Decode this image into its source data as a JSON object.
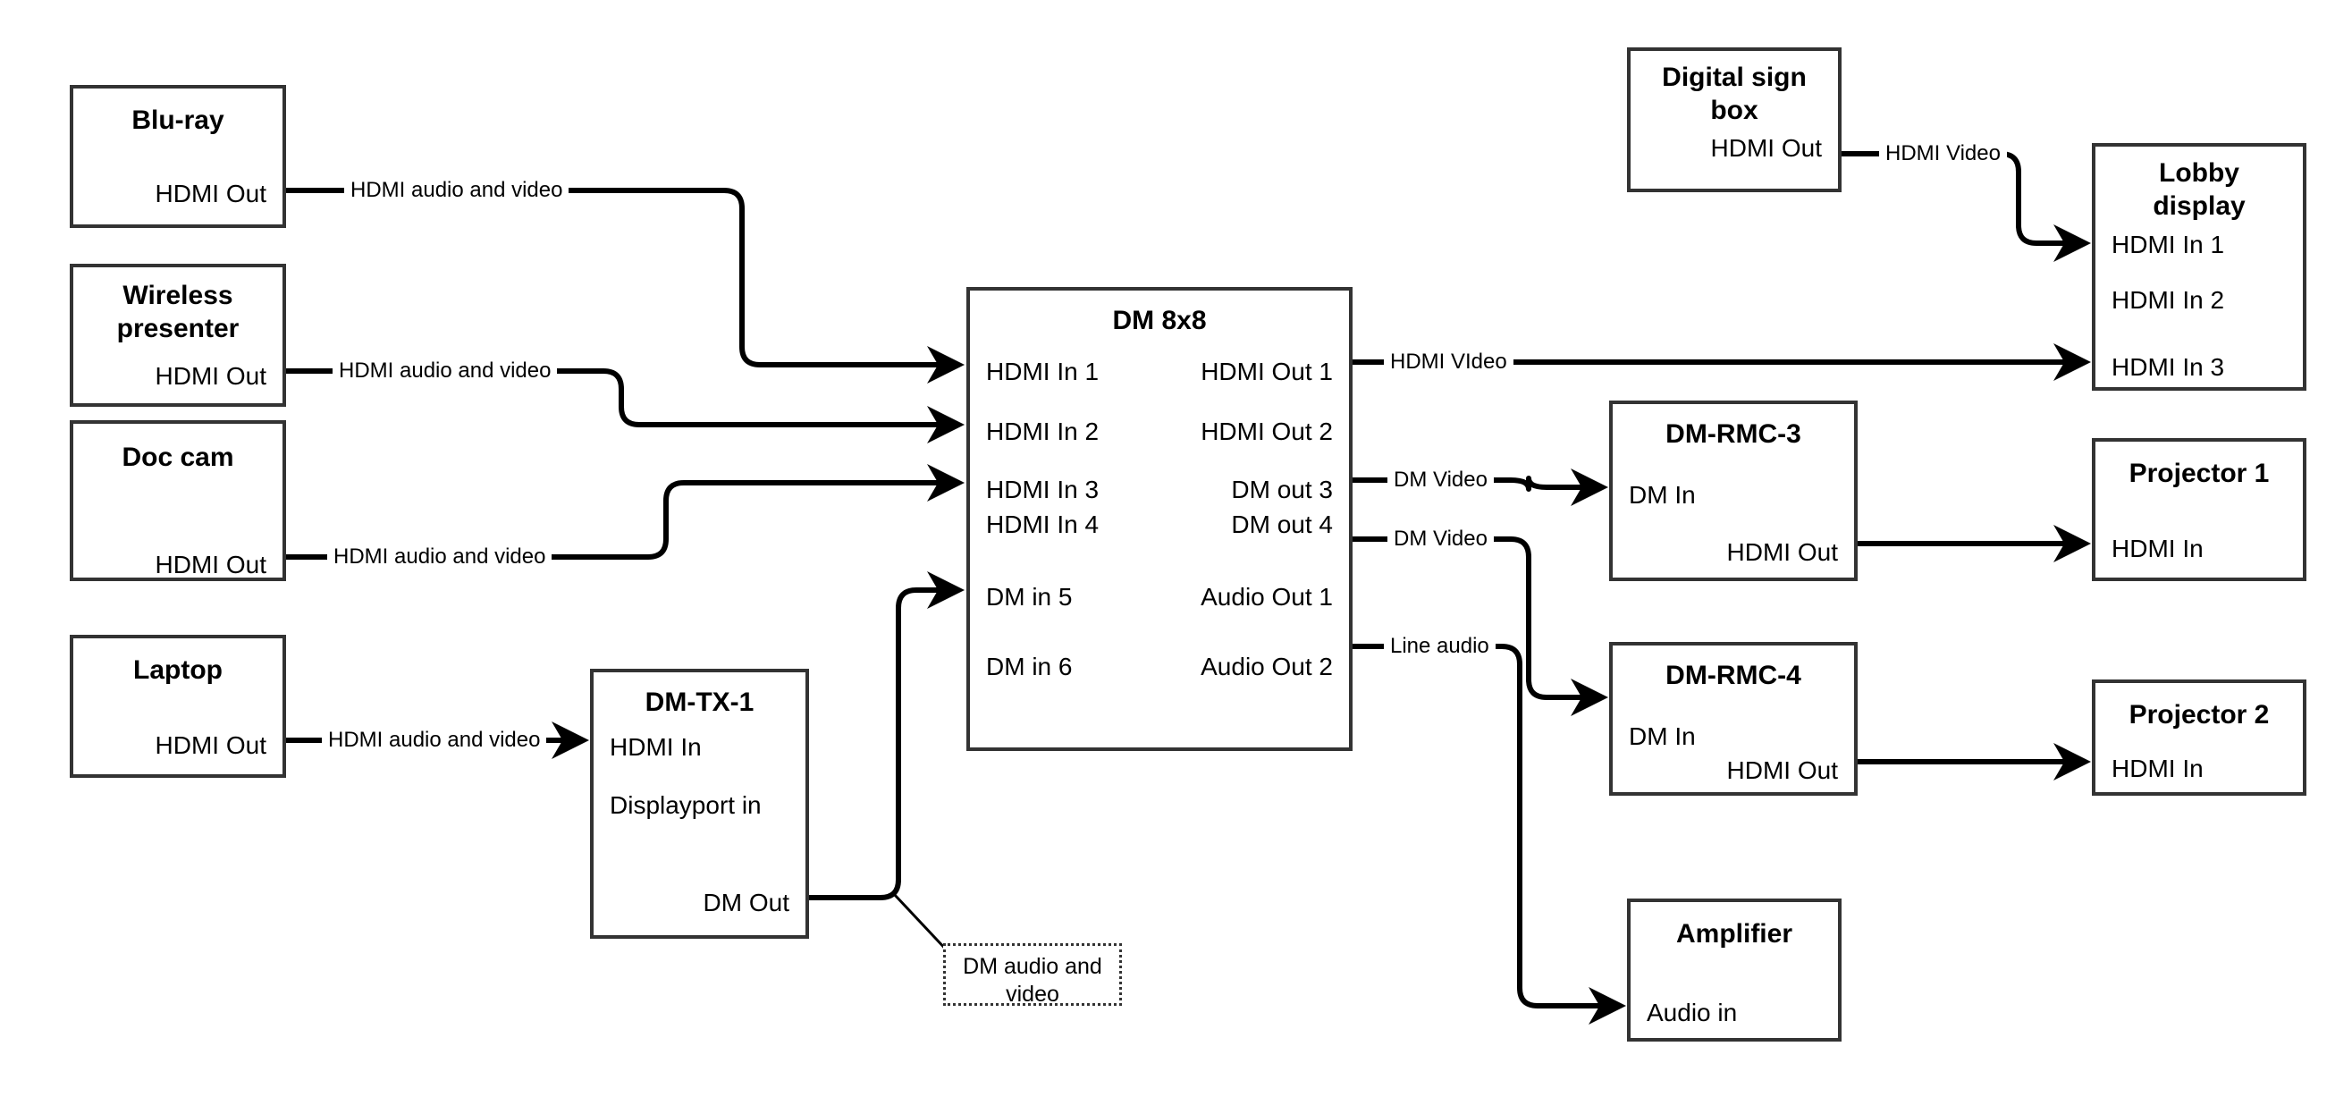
{
  "diagram": {
    "title": "AV signal flow diagram",
    "stroke_color": "#333333",
    "wire_color": "#000000",
    "background": "#ffffff"
  },
  "nodes": {
    "bluray": {
      "title": "Blu-ray",
      "ports": {
        "hdmi_out": "HDMI Out"
      }
    },
    "wireless": {
      "title": "Wireless\npresenter",
      "ports": {
        "hdmi_out": "HDMI Out"
      }
    },
    "doccam": {
      "title": "Doc cam",
      "ports": {
        "hdmi_out": "HDMI Out"
      }
    },
    "laptop": {
      "title": "Laptop",
      "ports": {
        "hdmi_out": "HDMI Out"
      }
    },
    "dmtx1": {
      "title": "DM-TX-1",
      "ports": {
        "hdmi_in": "HDMI In",
        "dp_in": "Displayport in",
        "dm_out": "DM Out"
      }
    },
    "dm8x8": {
      "title": "DM 8x8",
      "inputs": [
        "HDMI In 1",
        "HDMI In 2",
        "HDMI In 3",
        "HDMI In 4",
        "DM in 5",
        "DM in 6"
      ],
      "outputs": [
        "HDMI Out 1",
        "HDMI Out 2",
        "DM out 3",
        "DM out 4",
        "Audio Out 1",
        "Audio Out 2"
      ]
    },
    "signbox": {
      "title": "Digital sign\nbox",
      "ports": {
        "hdmi_out": "HDMI Out"
      }
    },
    "lobby": {
      "title": "Lobby\ndisplay",
      "inputs": [
        "HDMI In 1",
        "HDMI In 2",
        "HDMI In 3"
      ]
    },
    "dmrmc3": {
      "title": "DM-RMC-3",
      "ports": {
        "dm_in": "DM In",
        "hdmi_out": "HDMI Out"
      }
    },
    "dmrmc4": {
      "title": "DM-RMC-4",
      "ports": {
        "dm_in": "DM In",
        "hdmi_out": "HDMI Out"
      }
    },
    "projector1": {
      "title": "Projector 1",
      "ports": {
        "hdmi_in": "HDMI In"
      }
    },
    "projector2": {
      "title": "Projector 2",
      "ports": {
        "hdmi_in": "HDMI In"
      }
    },
    "amplifier": {
      "title": "Amplifier",
      "ports": {
        "audio_in": "Audio in"
      }
    }
  },
  "wire_labels": {
    "bluray_to_dm": "HDMI audio and video",
    "wireless_to_dm": "HDMI audio and video",
    "doccam_to_dm": "HDMI audio and video",
    "laptop_to_tx": "HDMI audio and video",
    "sign_to_lobby": "HDMI Video",
    "dm_hdmiout1": "HDMI VIdeo",
    "dm_dmout3": "DM Video",
    "dm_dmout4": "DM Video",
    "dm_audioout1": "Line audio"
  },
  "callout": {
    "text": "DM audio and video"
  }
}
